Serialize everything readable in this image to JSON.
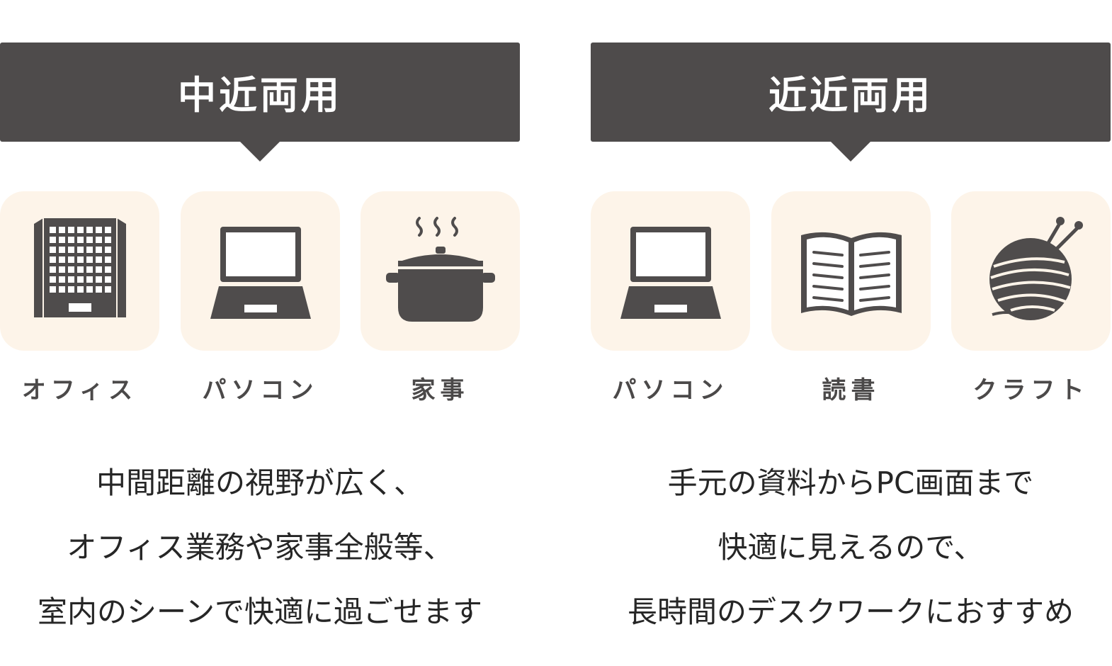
{
  "colors": {
    "banner": "#4e4b4b",
    "icon_bg": "#fdf4e9",
    "icon": "#4f4c4c",
    "text": "#262626"
  },
  "columns": [
    {
      "title": "中近両用",
      "items": [
        {
          "icon": "office-building-icon",
          "label": "オフィス"
        },
        {
          "icon": "laptop-icon",
          "label": "パソコン"
        },
        {
          "icon": "cooking-pot-icon",
          "label": "家事"
        }
      ],
      "description": [
        "中間距離の視野が広く、",
        "オフィス業務や家事全般等、",
        "室内のシーンで快適に過ごせます"
      ]
    },
    {
      "title": "近近両用",
      "items": [
        {
          "icon": "laptop-icon",
          "label": "パソコン"
        },
        {
          "icon": "open-book-icon",
          "label": "読書"
        },
        {
          "icon": "yarn-ball-icon",
          "label": "クラフト"
        }
      ],
      "description": [
        "手元の資料からPC画面まで",
        "快適に見えるので、",
        "長時間のデスクワークにおすすめ"
      ]
    }
  ]
}
